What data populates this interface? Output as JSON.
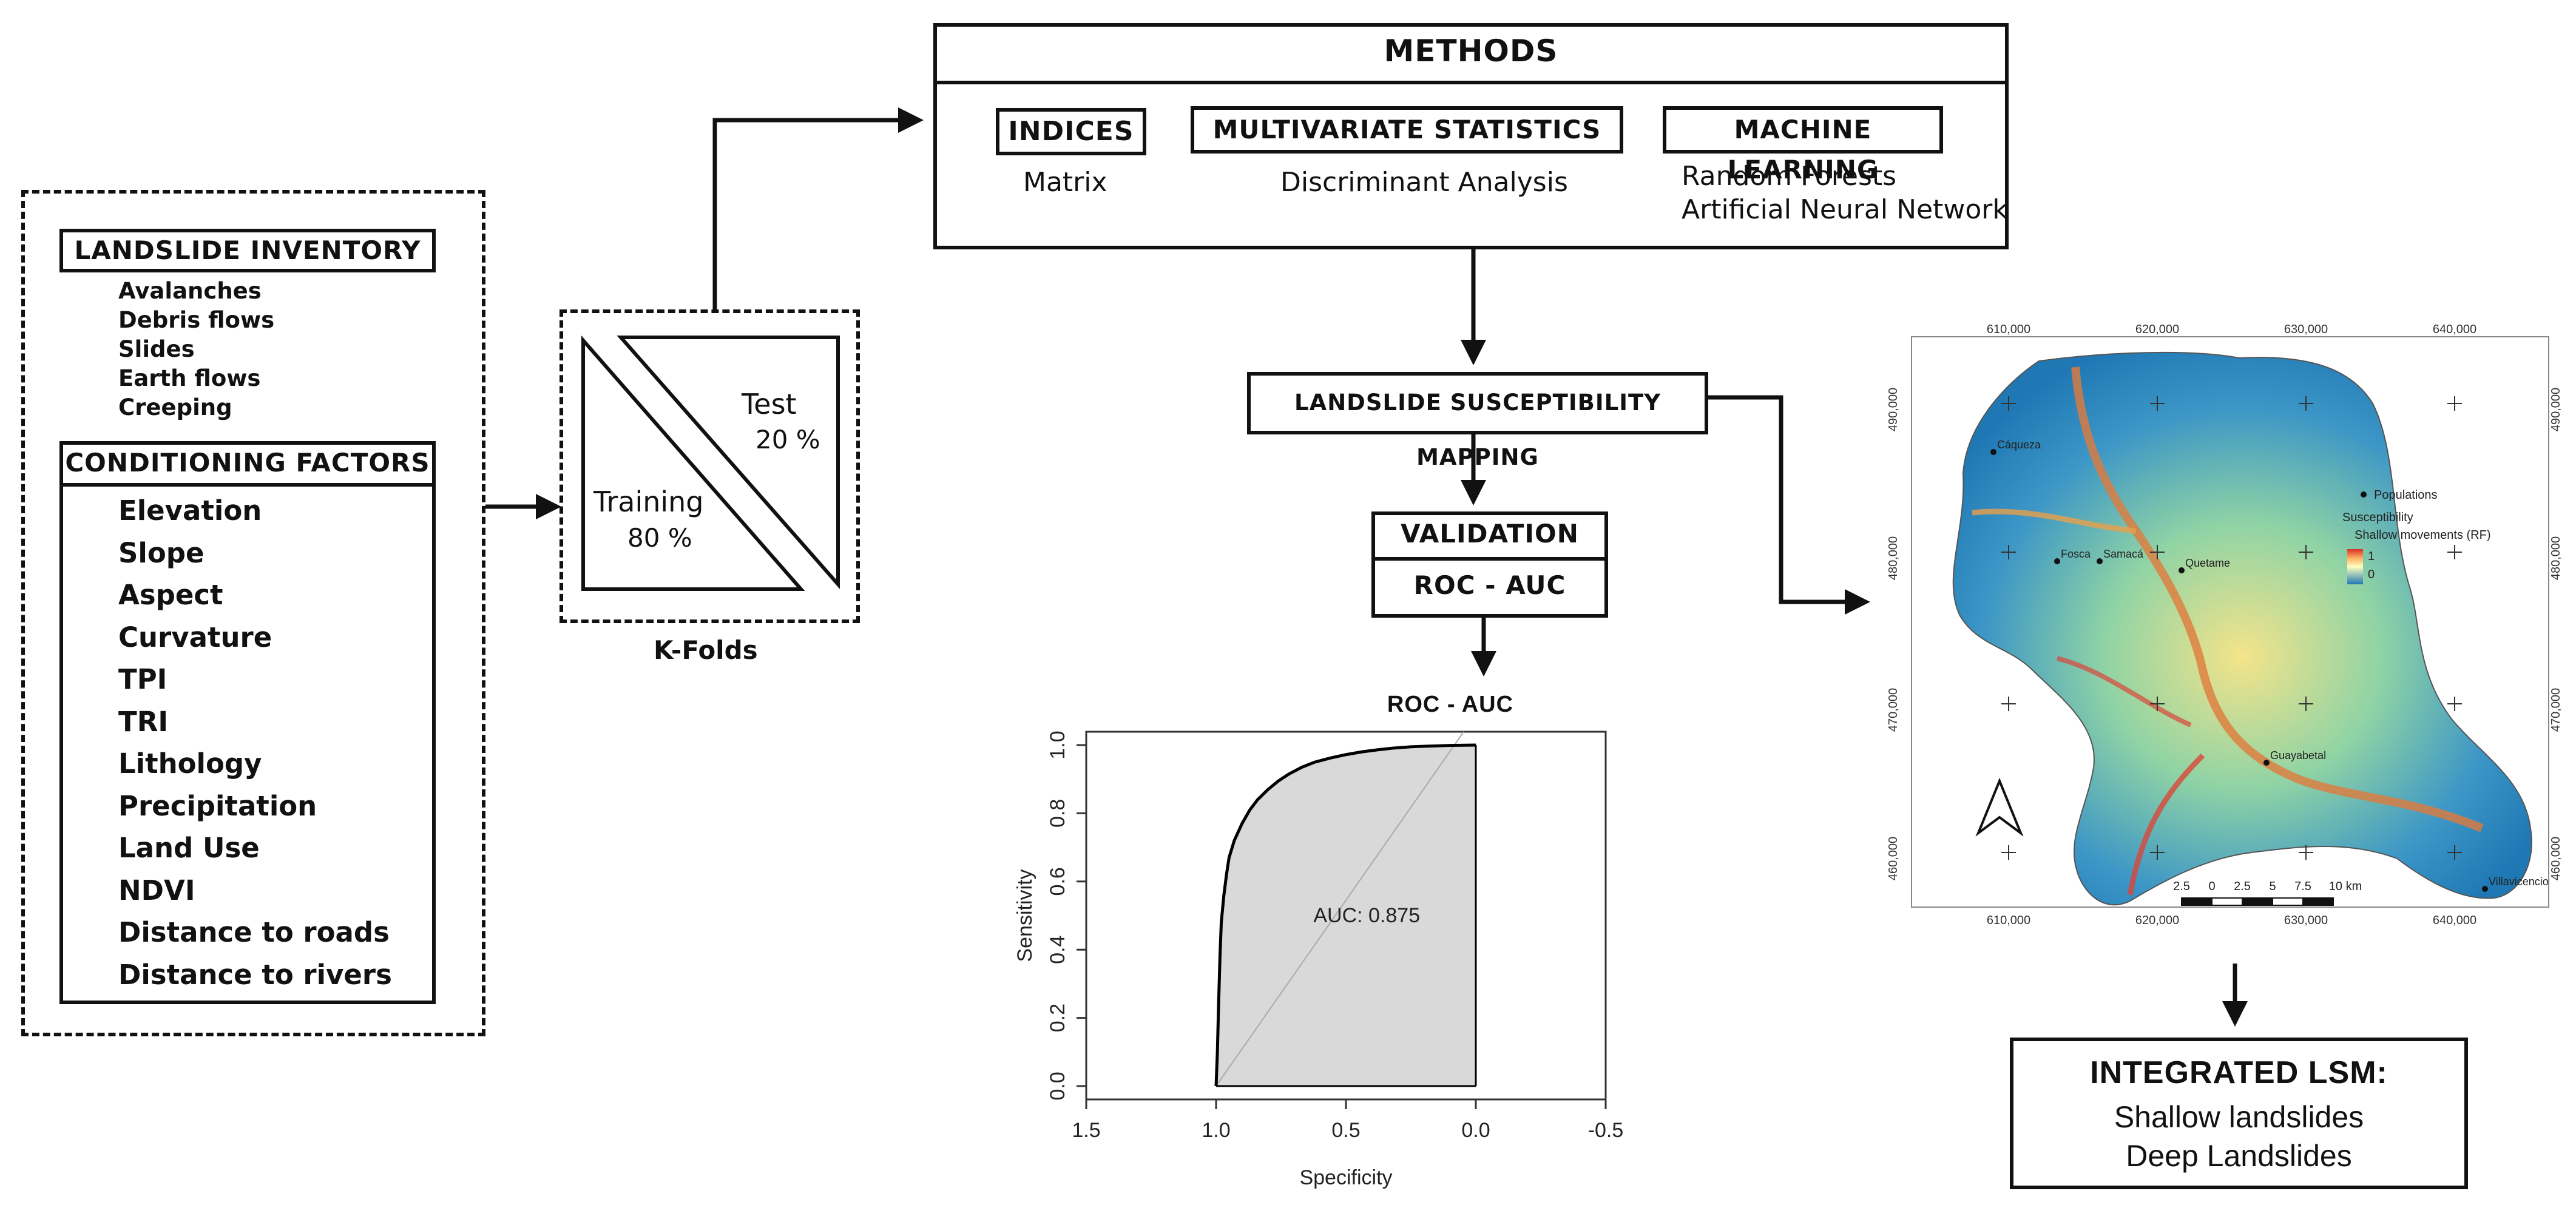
{
  "inventory": {
    "title": "LANDSLIDE INVENTORY",
    "items": [
      "Avalanches",
      "Debris flows",
      "Slides",
      "Earth flows",
      "Creeping"
    ]
  },
  "factors": {
    "title": "CONDITIONING FACTORS",
    "items": [
      "Elevation",
      "Slope",
      "Aspect",
      "Curvature",
      "TPI",
      "TRI",
      "Lithology",
      "Precipitation",
      "Land Use",
      "NDVI",
      "Distance to roads",
      "Distance to rivers"
    ]
  },
  "kfolds": {
    "label": "K-Folds",
    "training": "Training",
    "training_pct": "80 %",
    "test": "Test",
    "test_pct": "20 %"
  },
  "methods": {
    "title": "METHODS",
    "indices": {
      "title": "INDICES",
      "items": [
        "Matrix"
      ]
    },
    "multivariate": {
      "title": "MULTIVARIATE STATISTICS",
      "items": [
        "Discriminant Analysis"
      ]
    },
    "ml": {
      "title": "MACHINE LEARNING",
      "items": [
        "Random Forests",
        "Artificial Neural Network"
      ]
    }
  },
  "mapping": {
    "title": "LANDSLIDE SUSCEPTIBILITY MAPPING"
  },
  "validation": {
    "title": "VALIDATION",
    "subtitle": "ROC - AUC"
  },
  "integrated": {
    "title": "INTEGRATED LSM:",
    "items": [
      "Shallow landslides",
      "Deep Landslides"
    ]
  },
  "map": {
    "x_ticks": [
      "610,000",
      "620,000",
      "630,000",
      "640,000"
    ],
    "y_ticks": [
      "490,000",
      "480,000",
      "470,000",
      "460,000"
    ],
    "places": [
      "Cáqueza",
      "Fosca",
      "Samacá",
      "Quetame",
      "Guayabetal",
      "Villavicencio"
    ],
    "legend": {
      "populations": "Populations",
      "title": "Susceptibility",
      "subtitle": "Shallow movements (RF)",
      "max": "1",
      "min": "0"
    },
    "scale": [
      "2.5",
      "0",
      "2.5",
      "5",
      "7.5",
      "10 km"
    ],
    "colors": {
      "low": "#1f78b4",
      "mid": "#9fd8a0",
      "high": "#d73027"
    }
  },
  "chart_data": {
    "type": "line",
    "title": "ROC - AUC",
    "xlabel": "Specificity",
    "ylabel": "Sensitivity",
    "xlim": [
      1.5,
      -0.5
    ],
    "ylim": [
      0,
      1
    ],
    "x_ticks": [
      "1.5",
      "1.0",
      "0.5",
      "0.0",
      "-0.5"
    ],
    "y_ticks": [
      "0.0",
      "0.2",
      "0.4",
      "0.6",
      "0.8",
      "1.0"
    ],
    "annotation": "AUC: 0.875",
    "series": [
      {
        "specificity": [
          1.0,
          0.995,
          0.99,
          0.985,
          0.98,
          0.97,
          0.96,
          0.95,
          0.93,
          0.9,
          0.87,
          0.84,
          0.8,
          0.76,
          0.72,
          0.67,
          0.62,
          0.56,
          0.5,
          0.44,
          0.38,
          0.32,
          0.25,
          0.18,
          0.1,
          0.0
        ],
        "sensitivity": [
          0.0,
          0.1,
          0.25,
          0.38,
          0.48,
          0.56,
          0.62,
          0.67,
          0.72,
          0.77,
          0.81,
          0.84,
          0.87,
          0.895,
          0.915,
          0.935,
          0.95,
          0.962,
          0.972,
          0.98,
          0.986,
          0.991,
          0.995,
          0.997,
          0.999,
          1.0
        ]
      }
    ],
    "fill": "#d9d9d9"
  }
}
